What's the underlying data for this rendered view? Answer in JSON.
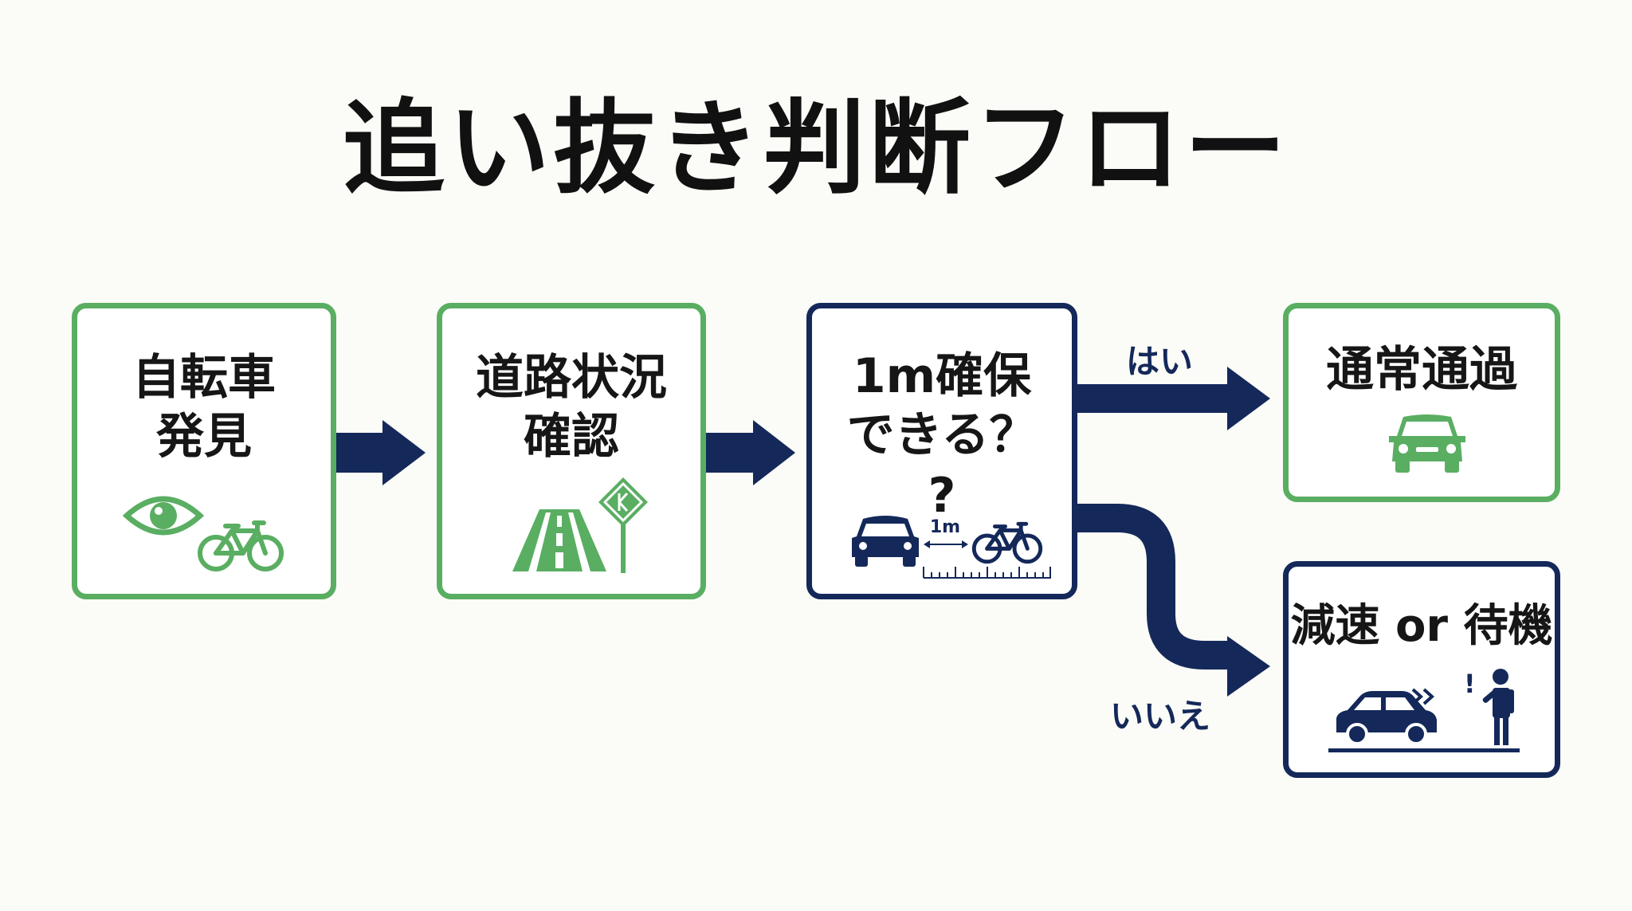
{
  "title": "追い抜き判断フロー",
  "nodes": {
    "bike_found": {
      "line1": "自転車",
      "line2": "発見"
    },
    "road_check": {
      "line1": "道路状況",
      "line2": "確認"
    },
    "decision": {
      "line1": "1m確保",
      "line2": "できる？",
      "question_mark": "?",
      "distance_label": "1m"
    },
    "pass": {
      "label": "通常通過"
    },
    "slow_wait": {
      "label": "減速 or 待機",
      "alert_mark": "!"
    }
  },
  "edges": {
    "yes_label": "はい",
    "no_label": "いいえ"
  },
  "colors": {
    "green": "#5aae62",
    "navy": "#14285a"
  },
  "icons": {
    "bike_found": [
      "eye-icon",
      "bicycle-icon"
    ],
    "road_check": [
      "road-icon",
      "road-sign-icon"
    ],
    "decision": [
      "car-icon",
      "bicycle-icon",
      "ruler-icon"
    ],
    "pass": [
      "car-front-icon"
    ],
    "slow_wait": [
      "car-side-icon",
      "person-icon"
    ]
  }
}
